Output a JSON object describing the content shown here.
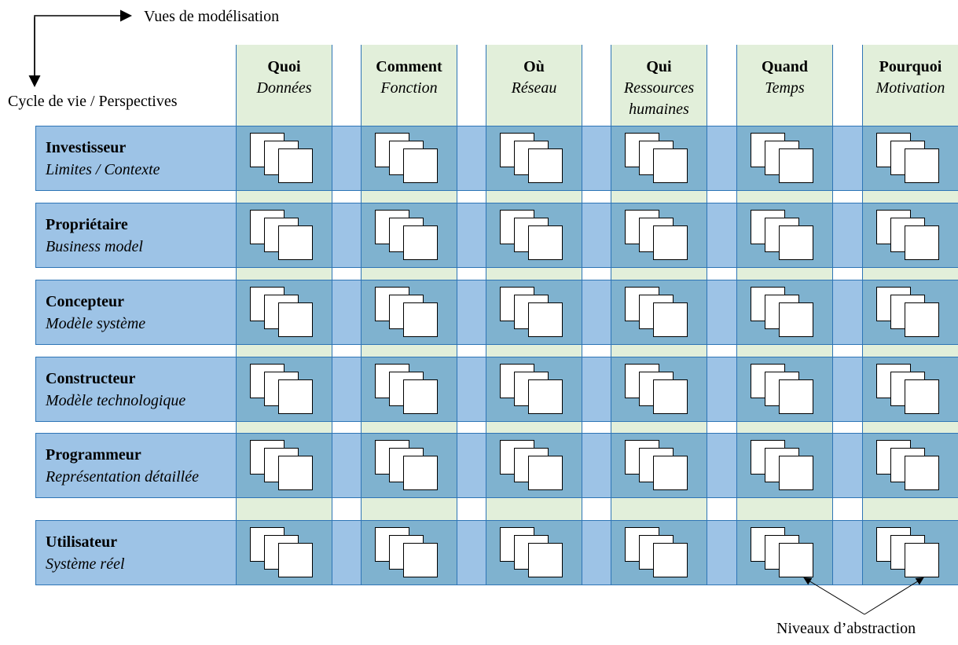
{
  "horizontal_axis_label": "Vues de modélisation",
  "vertical_axis_label": "Cycle de vie / Perspectives",
  "columns": [
    {
      "title": "Quoi",
      "subtitle": "Données",
      "subtitle2": ""
    },
    {
      "title": "Comment",
      "subtitle": "Fonction",
      "subtitle2": ""
    },
    {
      "title": "Où",
      "subtitle": "Réseau",
      "subtitle2": ""
    },
    {
      "title": "Qui",
      "subtitle": "Ressources",
      "subtitle2": "humaines"
    },
    {
      "title": "Quand",
      "subtitle": "Temps",
      "subtitle2": ""
    },
    {
      "title": "Pourquoi",
      "subtitle": "Motivation",
      "subtitle2": ""
    }
  ],
  "rows": [
    {
      "title": "Investisseur",
      "subtitle": "Limites / Contexte"
    },
    {
      "title": "Propriétaire",
      "subtitle": "Business model"
    },
    {
      "title": "Concepteur",
      "subtitle": "Modèle système"
    },
    {
      "title": "Constructeur",
      "subtitle": "Modèle technologique"
    },
    {
      "title": "Programmeur",
      "subtitle": "Représentation détaillée"
    },
    {
      "title": "Utilisateur",
      "subtitle": "Système réel"
    }
  ],
  "callout": "Niveaux d’abstraction",
  "colors": {
    "row_fill": "#9dc3e6",
    "cell_fill": "#7fb2cf",
    "column_fill": "#e2efda",
    "border": "#2e75b6"
  }
}
